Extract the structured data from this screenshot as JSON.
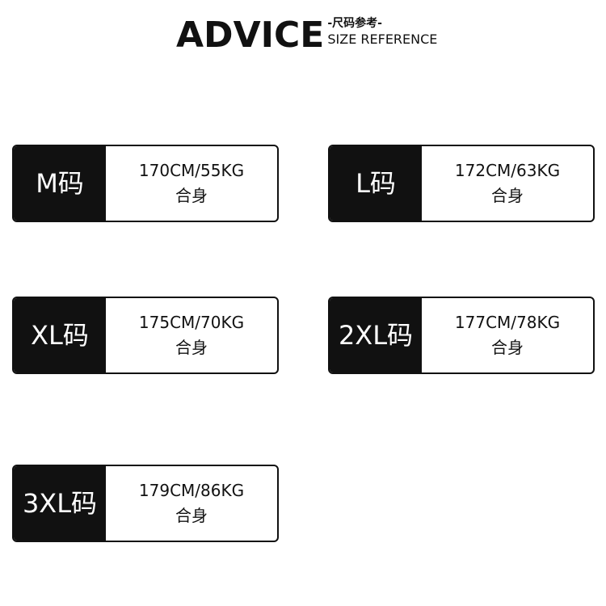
{
  "header": {
    "title": "ADVICE",
    "subtitle_cn": "-尺码参考-",
    "subtitle_en": "SIZE REFERENCE"
  },
  "sizes": [
    {
      "label": "M码",
      "measure": "170CM/55KG",
      "fit": "合身"
    },
    {
      "label": "L码",
      "measure": "172CM/63KG",
      "fit": "合身"
    },
    {
      "label": "XL码",
      "measure": "175CM/70KG",
      "fit": "合身"
    },
    {
      "label": "2XL码",
      "measure": "177CM/78KG",
      "fit": "合身"
    },
    {
      "label": "3XL码",
      "measure": "179CM/86KG",
      "fit": "合身"
    }
  ],
  "colors": {
    "label_background": "#111111",
    "label_text": "#ffffff",
    "card_border": "#111111"
  }
}
